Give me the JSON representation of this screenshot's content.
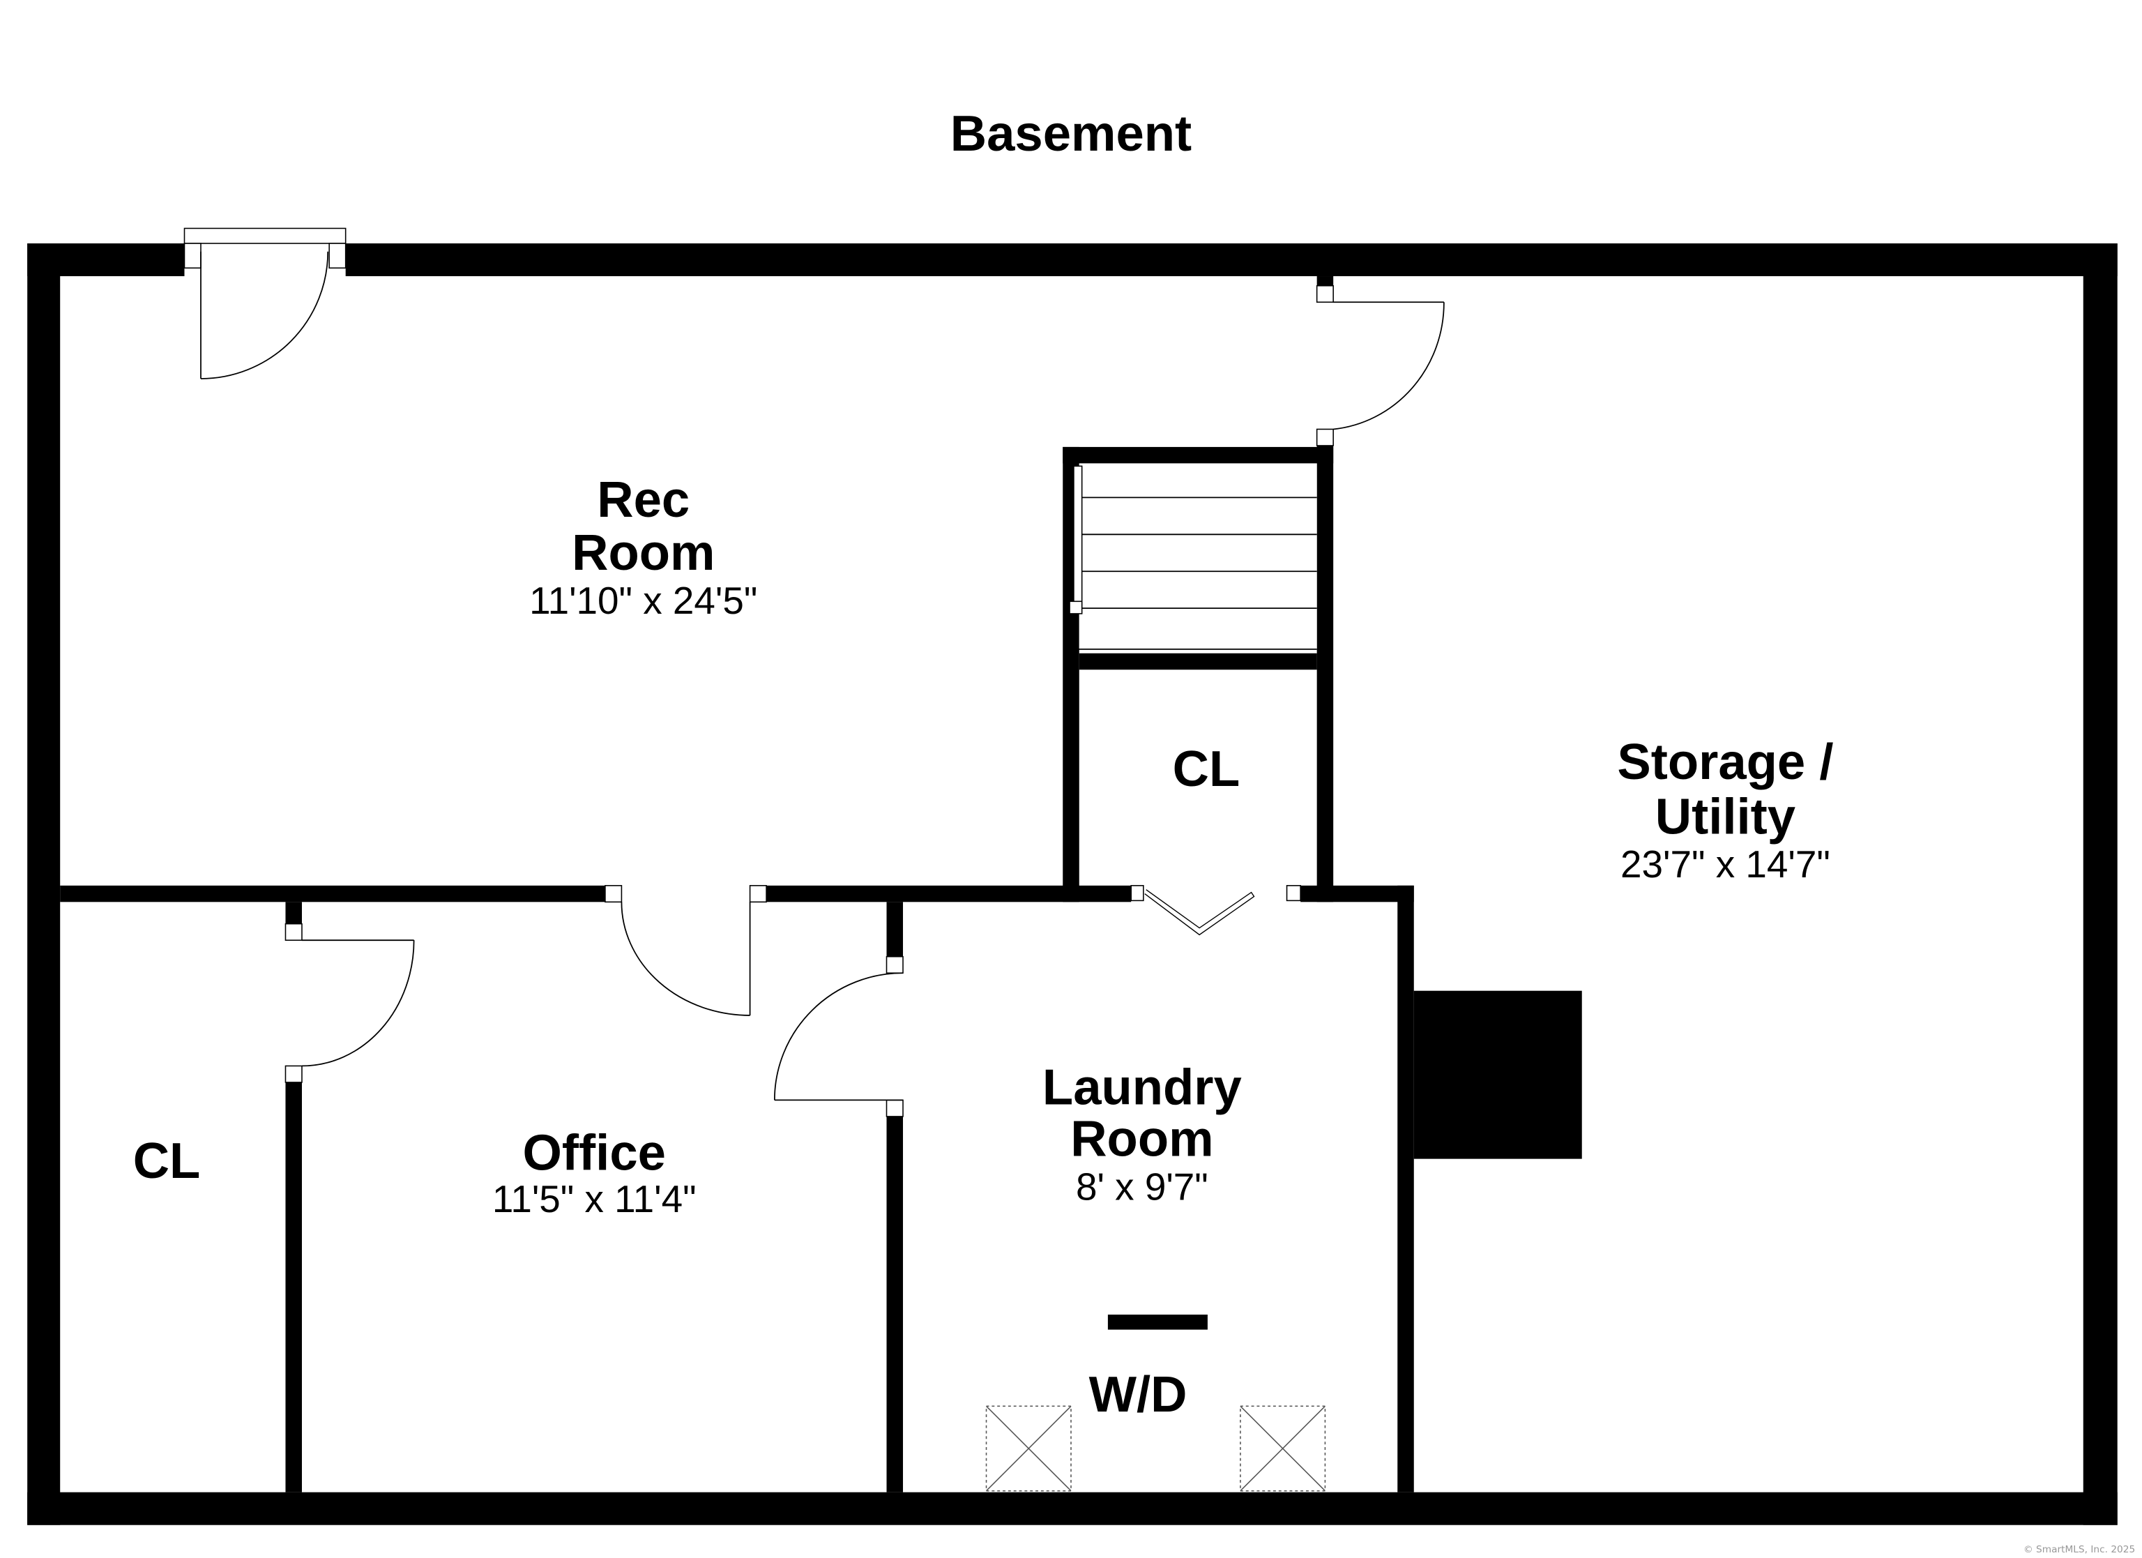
{
  "title": "Basement",
  "rooms": {
    "rec_room": {
      "name_line1": "Rec",
      "name_line2": "Room",
      "dims": "11'10\" x 24'5\""
    },
    "closet_center": {
      "name": "CL"
    },
    "storage": {
      "name_line1": "Storage /",
      "name_line2": "Utility",
      "dims": "23'7\" x 14'7\""
    },
    "closet_left": {
      "name": "CL"
    },
    "office": {
      "name": "Office",
      "dims": "11'5\" x 11'4\""
    },
    "laundry": {
      "name_line1": "Laundry",
      "name_line2": "Room",
      "dims": "8' x 9'7\""
    },
    "washer_dryer": {
      "name": "W/D"
    }
  },
  "copyright": "© SmartMLS, Inc.  2025"
}
